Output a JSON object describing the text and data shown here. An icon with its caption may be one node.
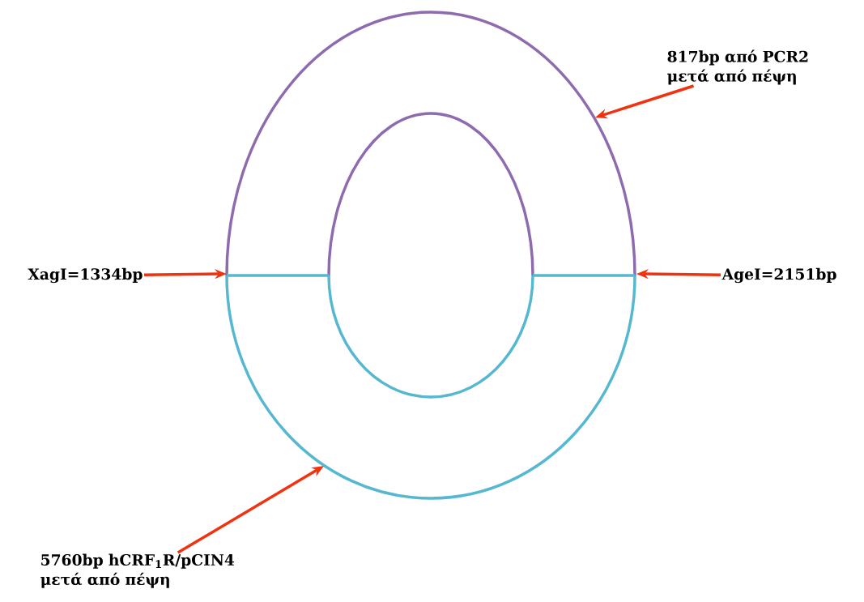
{
  "diagram": {
    "nodes": [
      {
        "text": [
          "817bp από PCR2 μετά από πέψη"
        ]
      },
      {
        "text": [
          "XagI=1334bp"
        ]
      },
      {
        "text": [
          "AgeI=2151bp"
        ]
      },
      {
        "text": [
          "5760bp hCRF$_{1}$R/pCIN4 μετά από πέψη"
        ]
      },
      {
        "text": [],
        "shape": "arc"
      },
      {
        "text": [],
        "shape": "arc"
      }
    ],
    "edges": [
      {
        "from": 0,
        "to": 4,
        "arrow": "to"
      },
      {
        "from": 1,
        "to": 5,
        "arrow": "to"
      },
      {
        "from": 2,
        "to": 5,
        "arrow": "to"
      },
      {
        "from": 3,
        "to": 5,
        "arrow": "to"
      }
    ]
  }
}
